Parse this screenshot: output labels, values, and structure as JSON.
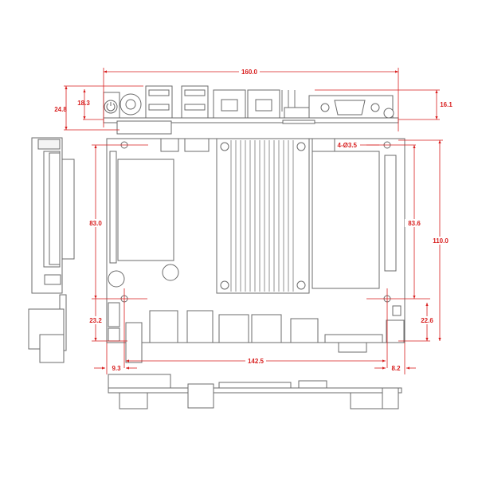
{
  "title": "Motherboard mechanical drawing",
  "dimensions": {
    "overall_width": "160.0",
    "io_height_total": "24.8",
    "io_height_left": "18.3",
    "io_height_right": "16.1",
    "mounting_holes": "4-Ø3.5",
    "hole_spacing_left": "83.0",
    "hole_spacing_right": "83.6",
    "board_depth": "110.0",
    "hole_offset_left": "23.2",
    "hole_offset_right": "22.6",
    "hole_spacing_horizontal": "142.5",
    "left_edge_offset": "9.3",
    "right_edge_offset": "8.2"
  },
  "colors": {
    "dimension": "#d81e1e",
    "outline": "#6b6b6b"
  }
}
